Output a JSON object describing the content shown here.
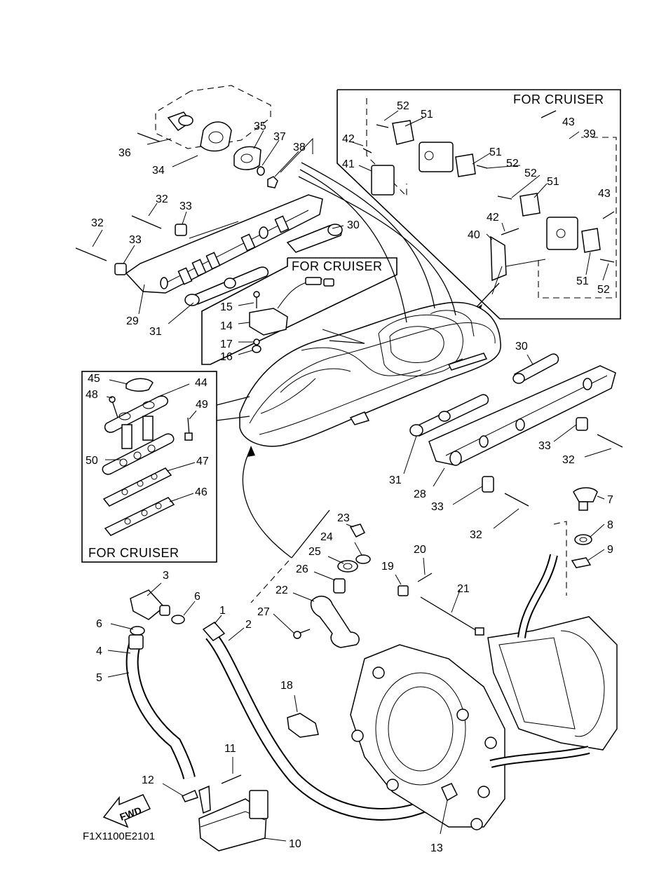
{
  "captions": {
    "handle": "FOR CRUISER",
    "cover": "FOR CRUISER",
    "cleat": "FOR CRUISER"
  },
  "diagram_code": "F1X1100E2101",
  "fwd_label": "FWD",
  "callouts": [
    "1",
    "2",
    "3",
    "4",
    "5",
    "6",
    "6",
    "7",
    "8",
    "9",
    "10",
    "11",
    "12",
    "13",
    "14",
    "15",
    "16",
    "17",
    "18",
    "19",
    "20",
    "21",
    "22",
    "23",
    "24",
    "25",
    "26",
    "27",
    "28",
    "29",
    "30",
    "30",
    "31",
    "31",
    "32",
    "32",
    "32",
    "32",
    "33",
    "33",
    "33",
    "33",
    "34",
    "35",
    "36",
    "37",
    "38",
    "39",
    "40",
    "41",
    "42",
    "42",
    "43",
    "43",
    "44",
    "45",
    "46",
    "47",
    "48",
    "49",
    "50",
    "51",
    "51",
    "51",
    "51",
    "52",
    "52",
    "52",
    "52"
  ]
}
